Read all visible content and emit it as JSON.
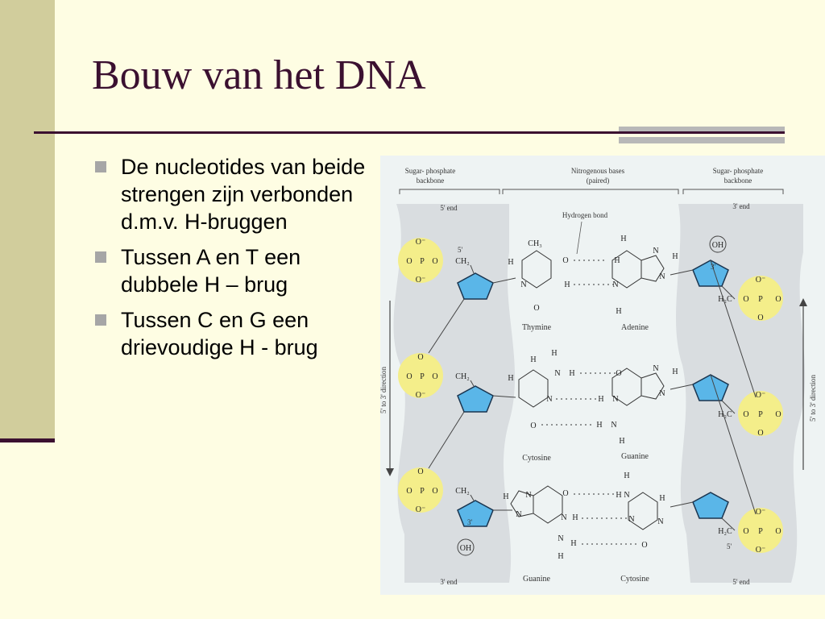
{
  "slide": {
    "title": "Bouw van het DNA",
    "bullets": [
      "De nucleotides van beide strengen zijn verbonden d.m.v. H-bruggen",
      "Tussen A en T een dubbele H – brug",
      "Tussen C en G een drievoudige H - brug"
    ]
  },
  "figure": {
    "header_left": [
      "Sugar- phosphate",
      "backbone"
    ],
    "header_mid": [
      "Nitrogenous bases",
      "(paired)"
    ],
    "header_right": [
      "Sugar- phosphate",
      "backbone"
    ],
    "end_top_left": "5' end",
    "end_top_right": "3' end",
    "end_bottom_left": "3' end",
    "end_bottom_right": "5' end",
    "hydrogen_bond_label": "Hydrogen bond",
    "direction_left": "5' to 3' direction",
    "direction_right": "5' to 3' direction",
    "pairs": [
      {
        "left": "Thymine",
        "right": "Adenine"
      },
      {
        "left": "Cytosine",
        "right": "Guanine"
      },
      {
        "left": "Guanine",
        "right": "Cytosine"
      }
    ],
    "atoms": {
      "phosphate_o_minus": "O⁻",
      "o": "O",
      "p": "P",
      "ch2": "CH₂",
      "h2c": "H₂C",
      "ch3": "CH₃",
      "oh": "OH",
      "n": "N",
      "h": "H",
      "three_prime": "3'",
      "five_prime": "5'"
    },
    "colors": {
      "phosphate": "#f4ee8a",
      "sugar": "#5ab6e8",
      "backbone": "#d9dde0"
    }
  }
}
